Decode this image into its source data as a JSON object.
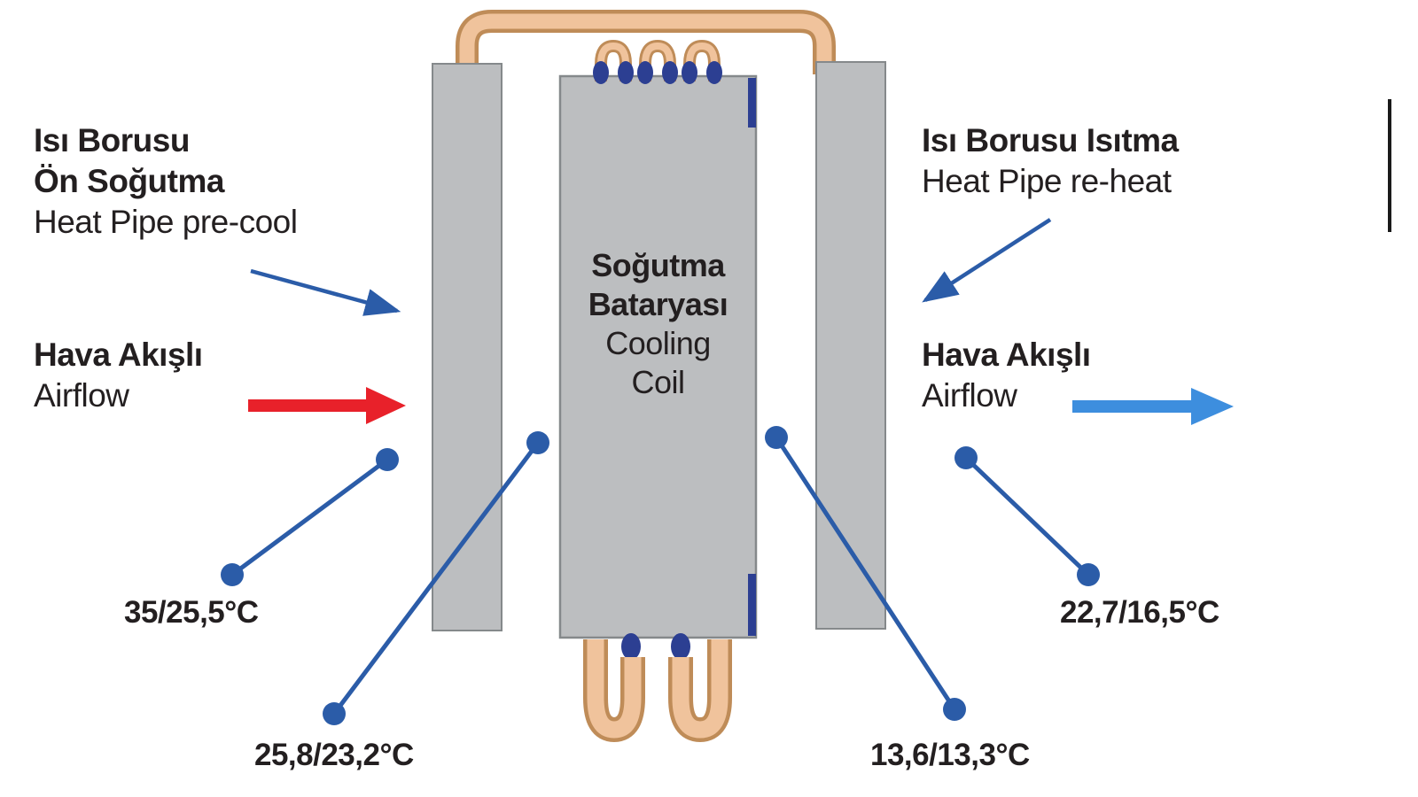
{
  "colors": {
    "blue": "#2b5ca8",
    "light-blue": "#3d8ede",
    "red": "#e8212a",
    "copper": "#f0c39c",
    "copper-dark": "#bf8c58",
    "panel-gray": "#bcbec0",
    "panel-border": "#85898b",
    "navy": "#2c3f92",
    "ink": "#231f20"
  },
  "diagram": {
    "precool": {
      "title1": "Isı Borusu",
      "title2": "Ön Soğutma",
      "subtitle": "Heat Pipe pre-cool"
    },
    "airflow_in": {
      "title": "Hava Akışlı",
      "subtitle": "Airflow"
    },
    "reheat": {
      "title": "Isı Borusu Isıtma",
      "subtitle": "Heat Pipe re-heat"
    },
    "airflow_out": {
      "title": "Hava Akışlı",
      "subtitle": "Airflow"
    },
    "coil": {
      "line1": "Soğutma",
      "line2": "Bataryası",
      "line3": "Cooling",
      "line4": "Coil"
    },
    "temps": {
      "inlet": "35/25,5°C",
      "after_precool": "25,8/23,2°C",
      "after_coil": "13,6/13,3°C",
      "outlet": "22,7/16,5°C"
    }
  }
}
